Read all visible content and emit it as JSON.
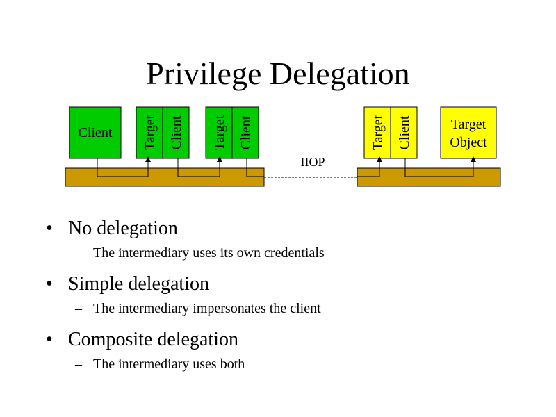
{
  "slide": {
    "title": "Privilege Delegation"
  },
  "diagram": {
    "colors": {
      "green_box": "#00cc00",
      "yellow_box": "#ffff00",
      "bus": "#cc9900",
      "line": "#000000"
    },
    "left_group": {
      "client_label": "Client",
      "intermediary_1": {
        "target_label": "Target",
        "client_label": "Client"
      },
      "intermediary_2": {
        "target_label": "Target",
        "client_label": "Client"
      }
    },
    "right_group": {
      "intermediary": {
        "target_label": "Target",
        "client_label": "Client"
      },
      "target_object_line1": "Target",
      "target_object_line2": "Object"
    },
    "protocol_label": "IIOP"
  },
  "bullets": [
    {
      "label": "No delegation",
      "detail": "The intermediary uses its own credentials"
    },
    {
      "label": "Simple delegation",
      "detail": "The intermediary impersonates the client"
    },
    {
      "label": "Composite delegation",
      "detail": "The intermediary uses both"
    }
  ]
}
